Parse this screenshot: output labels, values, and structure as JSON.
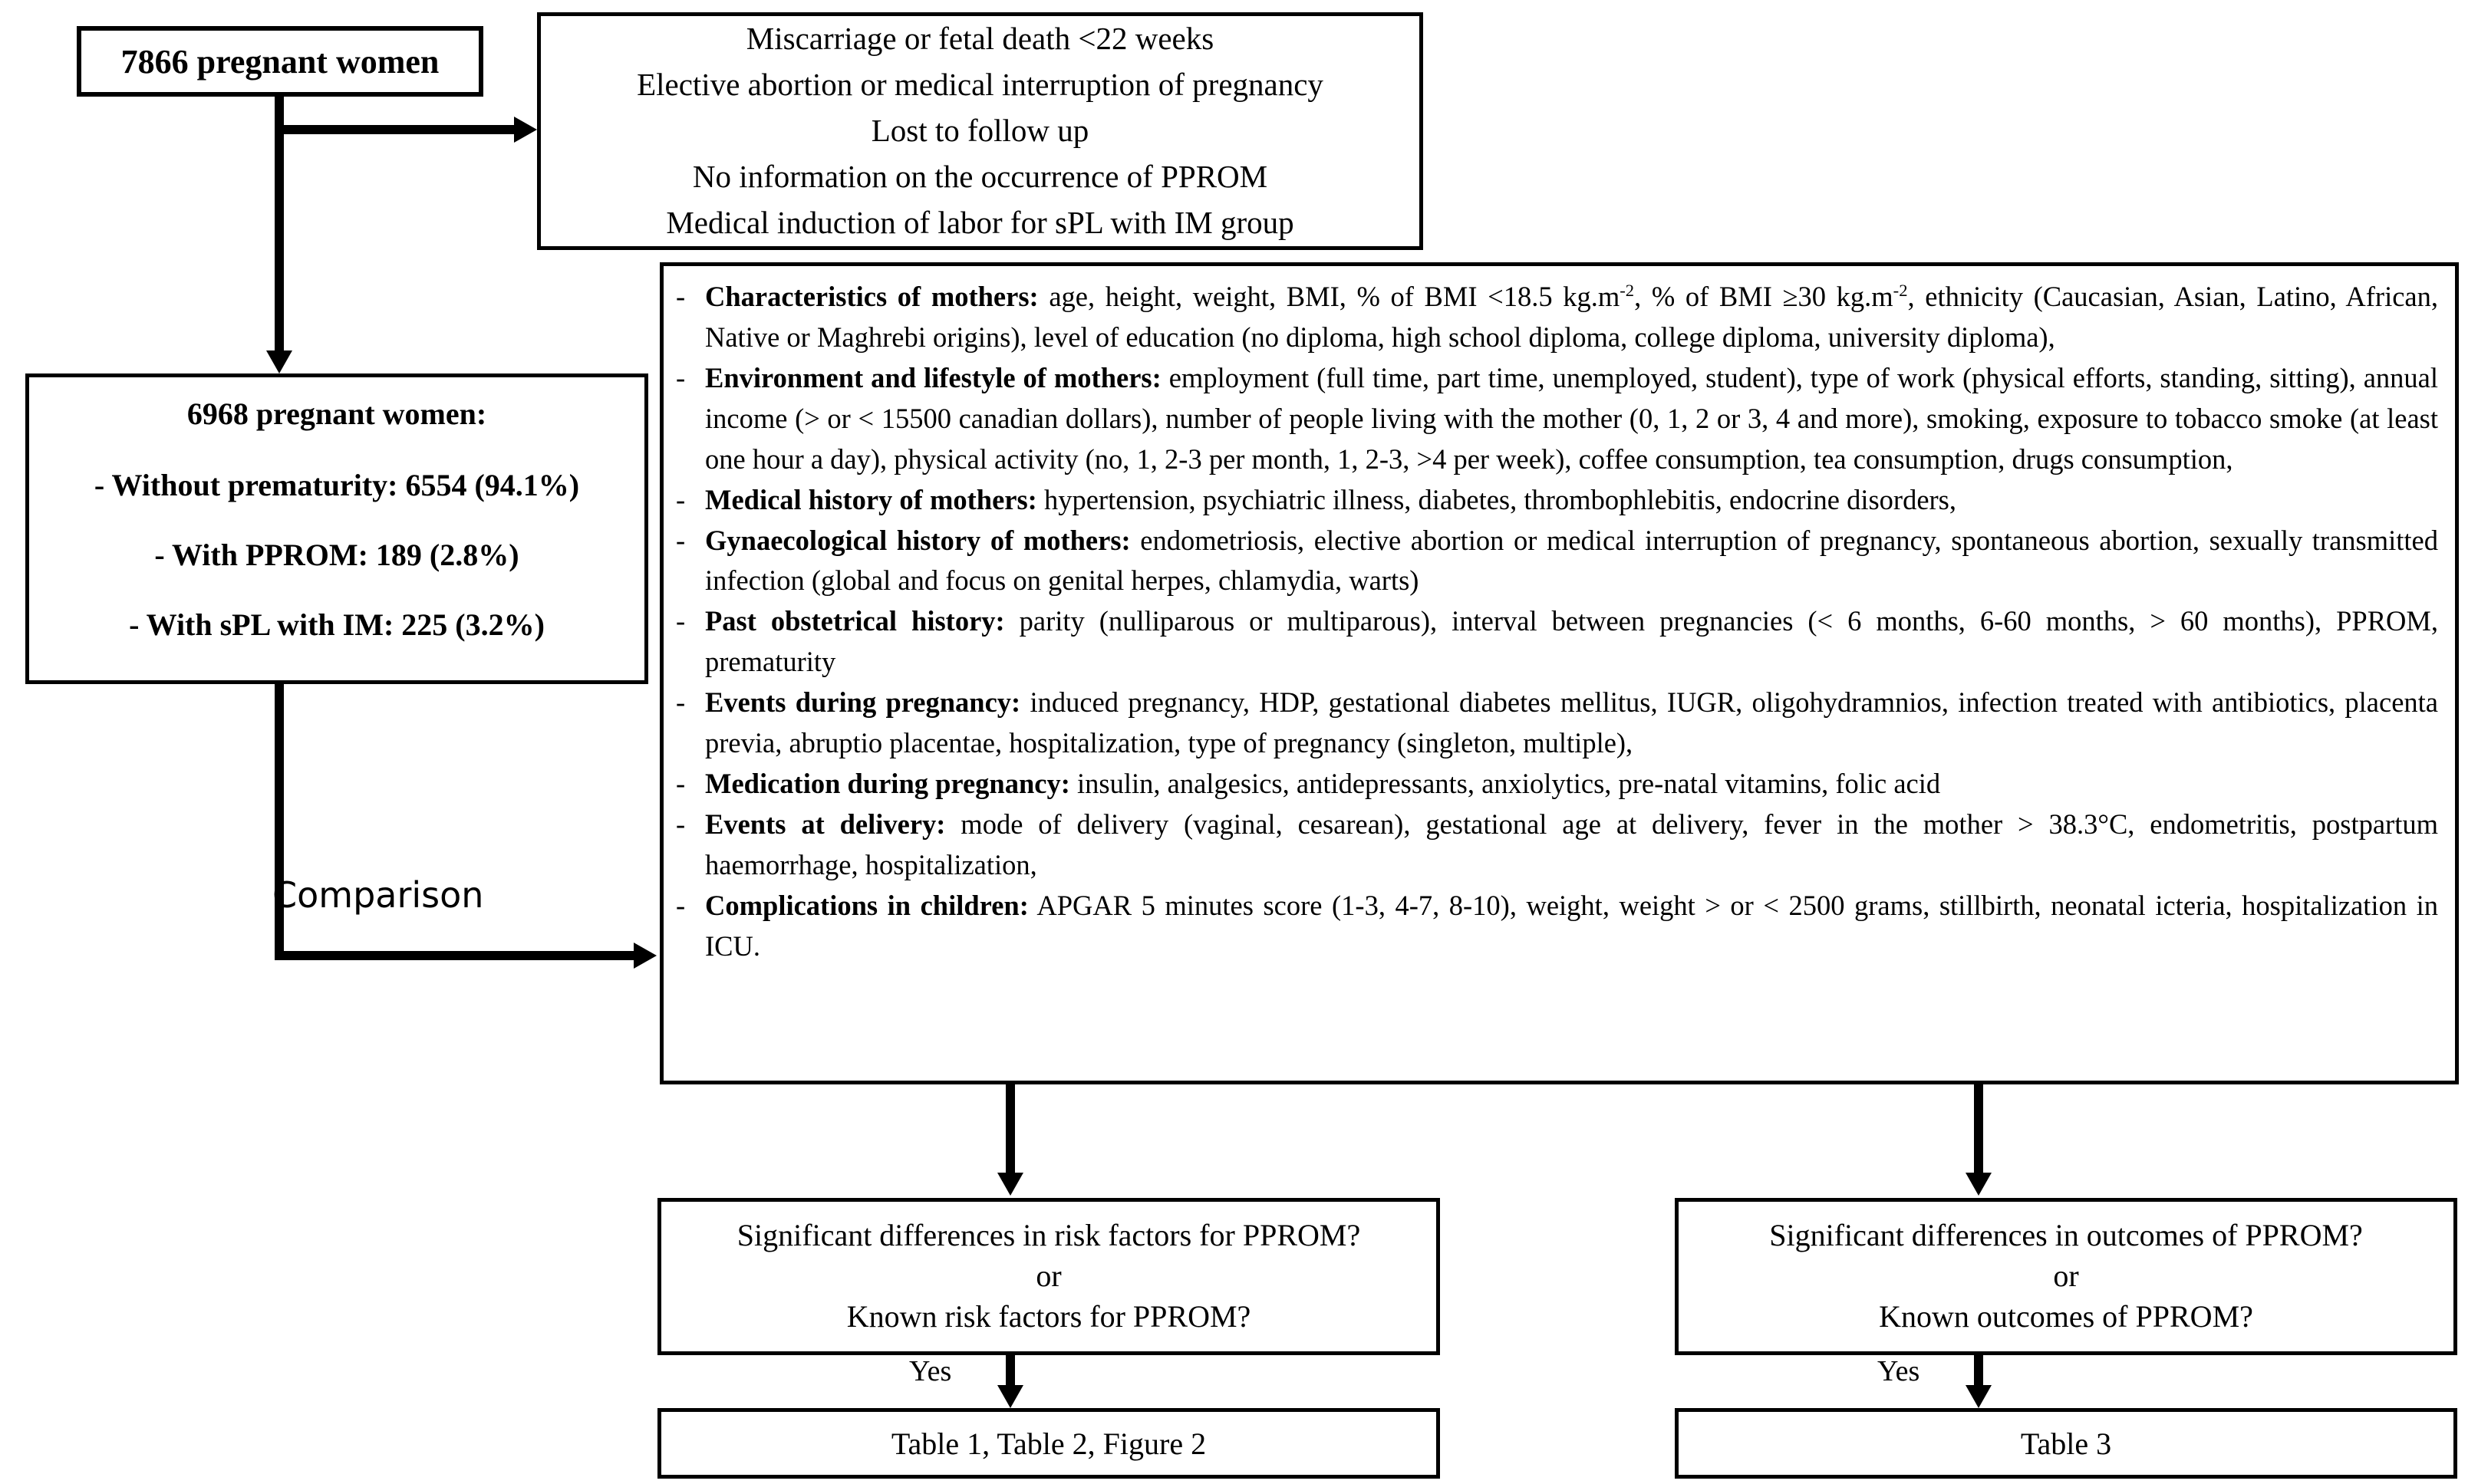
{
  "figure": {
    "type": "study-flow-diagram",
    "boxes": {
      "cohort_initial": "7866 pregnant women",
      "exclusions": [
        "Miscarriage or fetal death <22 weeks",
        "Elective abortion or medical interruption of pregnancy",
        "Lost to follow up",
        "No information on the occurrence of PPROM",
        "Medical induction of labor for sPL with IM group"
      ],
      "cohort_final": {
        "header": "6968 pregnant women:",
        "items": [
          "-   Without prematurity: 6554 (94.1%)",
          "-   With PPROM: 189 (2.8%)",
          "-   With sPL with IM: 225 (3.2%)"
        ]
      },
      "question_left": [
        "Significant differences in risk factors for PPROM?",
        "or",
        "Known risk factors for PPROM?"
      ],
      "question_right": [
        "Significant differences in outcomes of PPROM?",
        "or",
        "Known outcomes of PPROM?"
      ],
      "output_left": "Table 1, Table 2, Figure 2",
      "output_right": "Table 3"
    },
    "variables": [
      {
        "heading": "Characteristics of mothers:",
        "body": " age, height, weight, BMI, % of BMI <18.5 kg.m<sup>-2</sup>, % of BMI ≥30 kg.m<sup>-2</sup>, ethnicity (Caucasian, Asian, Latino, African, Native or Maghrebi origins), level of education (no diploma, high school diploma, college diploma, university diploma),"
      },
      {
        "heading": "Environment and lifestyle of mothers:",
        "body": " employment (full time, part time, unemployed, student), type of work (physical efforts, standing, sitting), annual income (> or < 15500 canadian dollars), number of people living with the mother (0, 1, 2 or 3, 4 and more), smoking, exposure to tobacco smoke (at least one hour a day), physical activity (no, 1, 2-3 per month, 1, 2-3, >4 per week), coffee consumption, tea consumption, drugs consumption,"
      },
      {
        "heading": "Medical history of mothers:",
        "body": " hypertension, psychiatric illness, diabetes, thrombophlebitis, endocrine disorders,"
      },
      {
        "heading": "Gynaecological history of mothers:",
        "body": " endometriosis, elective abortion or medical interruption of pregnancy, spontaneous abortion, sexually transmitted infection (global and focus on genital herpes, chlamydia, warts)"
      },
      {
        "heading": "Past obstetrical history:",
        "body": " parity (nulliparous or multiparous), interval between pregnancies (< 6 months, 6-60 months, > 60 months), PPROM, prematurity"
      },
      {
        "heading": "Events during pregnancy:",
        "body": " induced pregnancy, HDP, gestational diabetes mellitus, IUGR, oligohydramnios, infection treated with antibiotics, placenta previa, abruptio placentae, hospitalization, type of pregnancy (singleton, multiple),"
      },
      {
        "heading": "Medication during pregnancy:",
        "body": " insulin, analgesics, antidepressants, anxiolytics, pre-natal vitamins, folic acid"
      },
      {
        "heading": "Events at delivery:",
        "body": " mode of delivery (vaginal, cesarean), gestational age at delivery, fever in the mother > 38.3°C, endometritis, postpartum haemorrhage, hospitalization,"
      },
      {
        "heading": "Complications in children:",
        "body": " APGAR 5 minutes score (1-3, 4-7, 8-10), weight, weight > or < 2500 grams, stillbirth, neonatal icteria, hospitalization in ICU."
      }
    ],
    "labels": {
      "comparison": "Comparison",
      "yes_left": "Yes",
      "yes_right": "Yes",
      "bullet_dash": "-"
    },
    "colors": {
      "stroke": "#000000",
      "background": "#ffffff"
    }
  }
}
